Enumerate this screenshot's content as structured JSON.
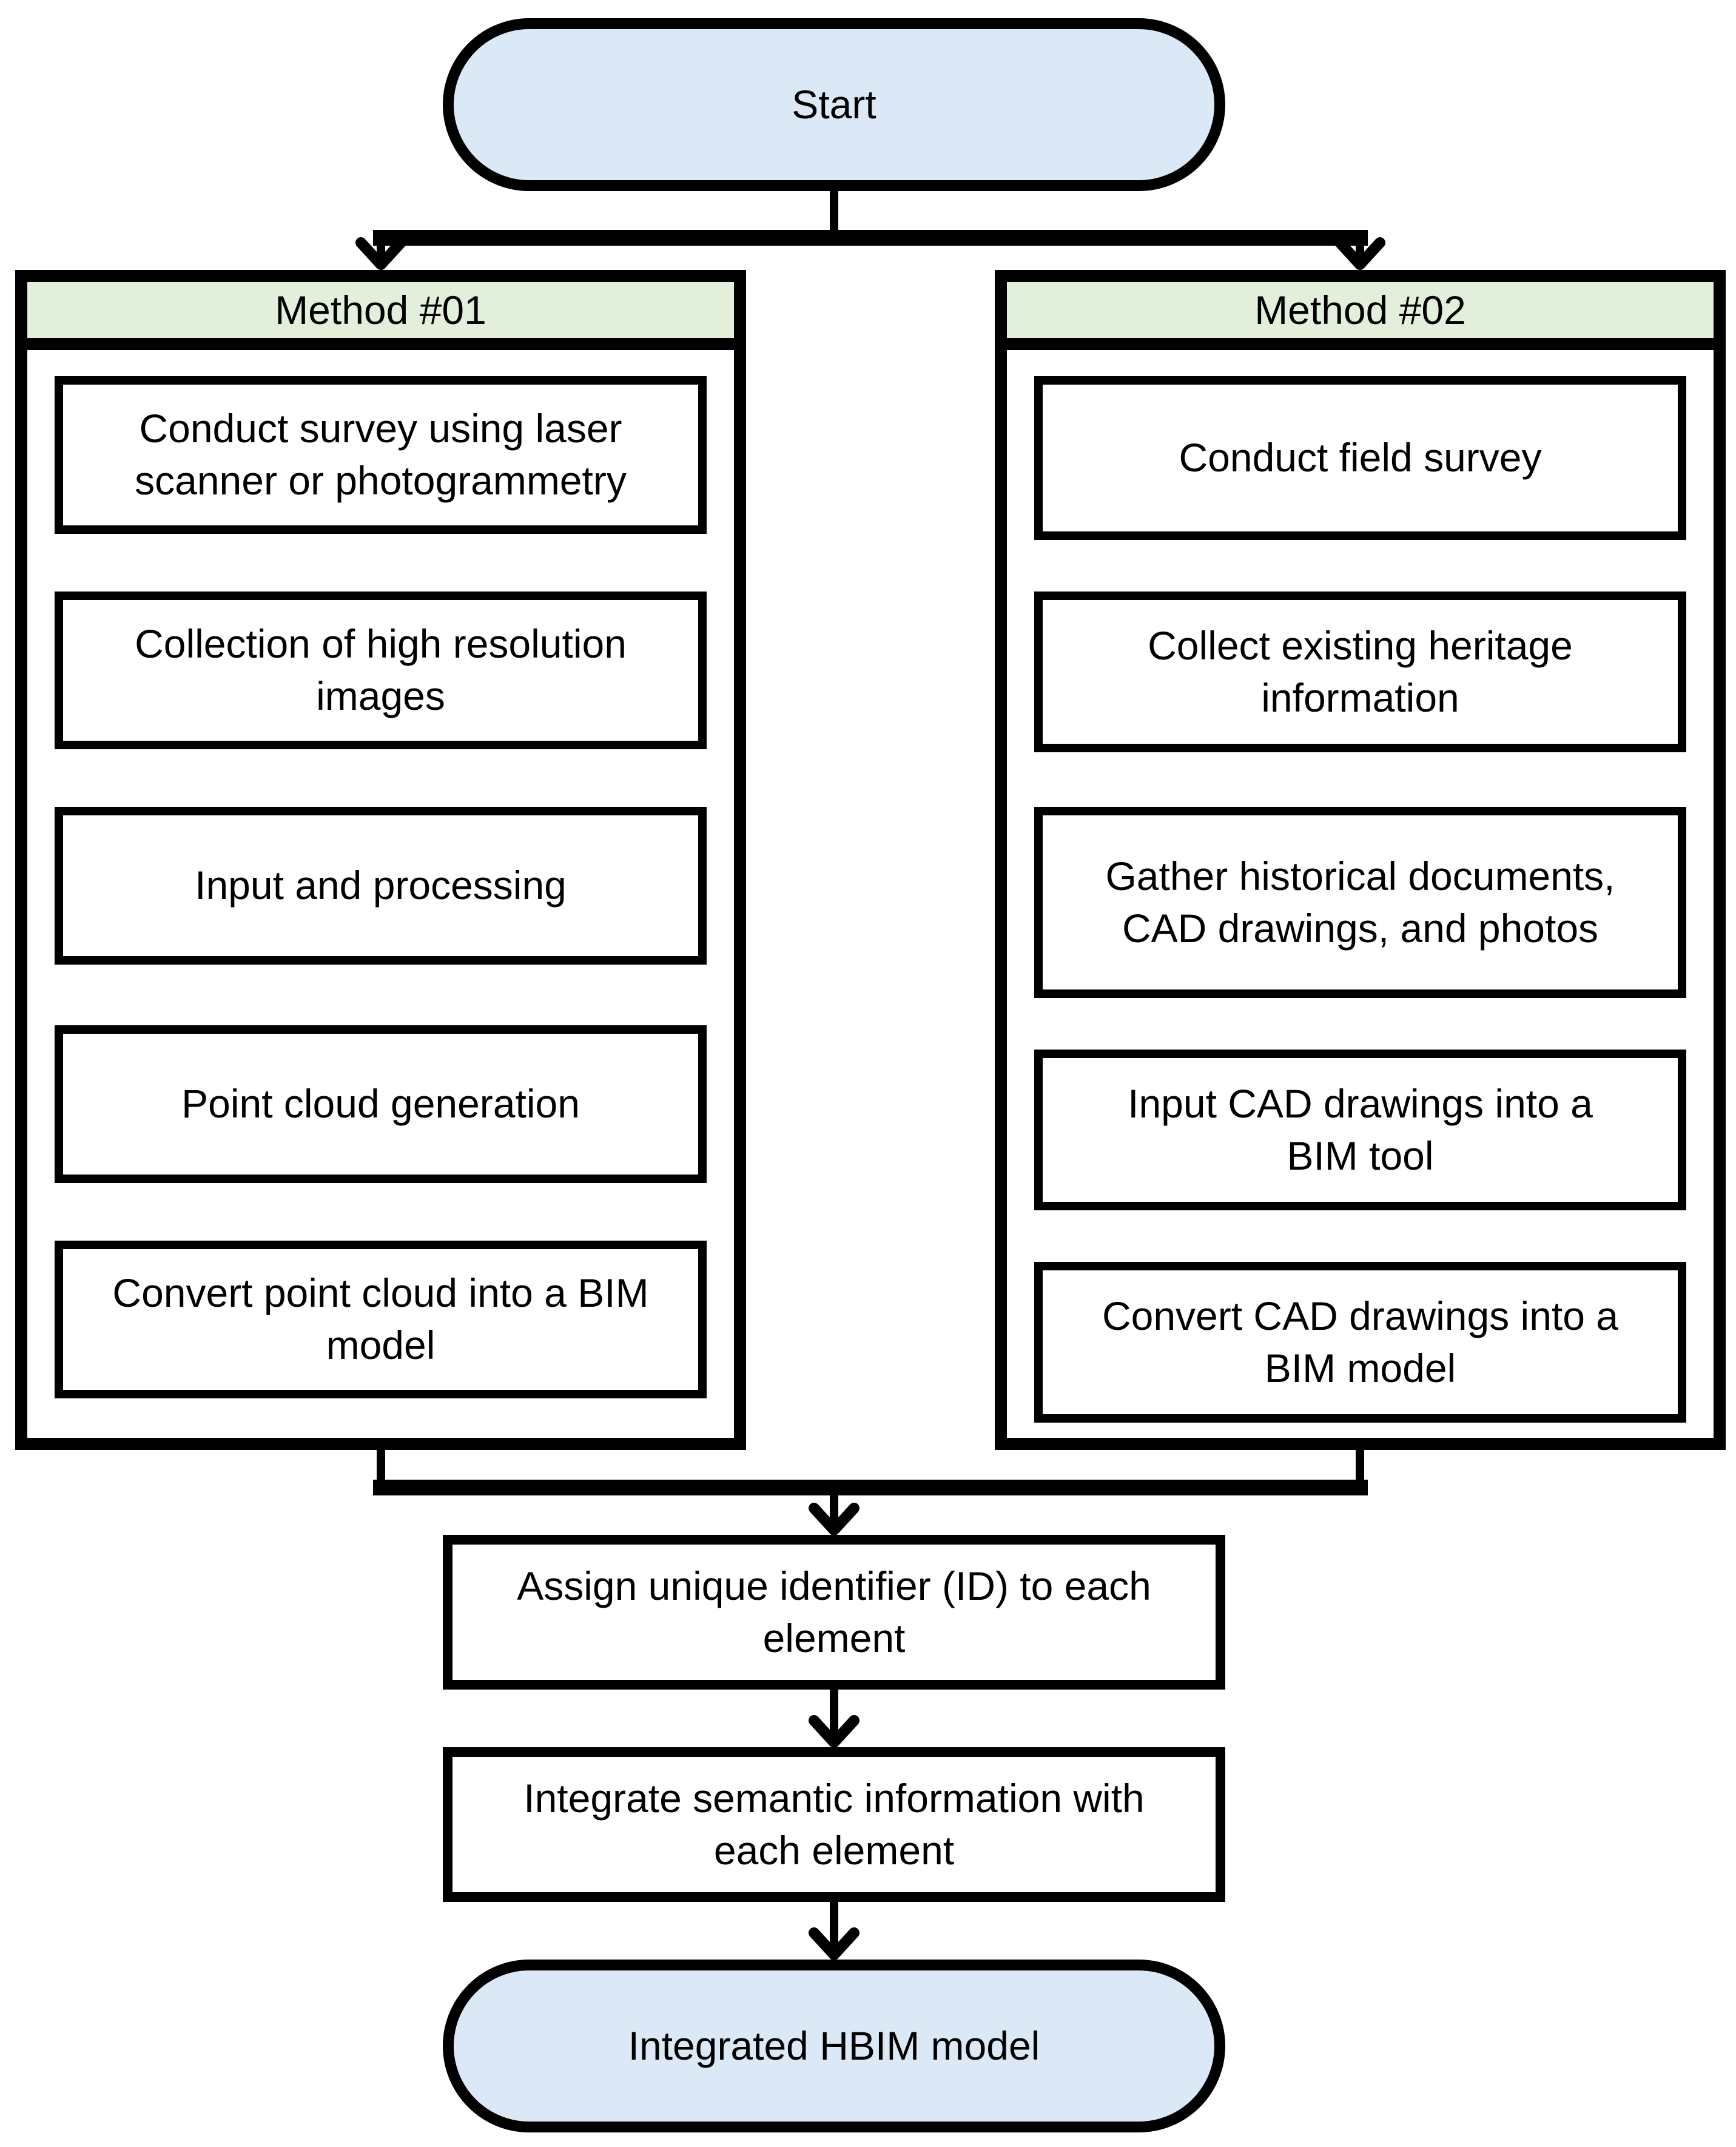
{
  "flowchart": {
    "start": {
      "label": "Start"
    },
    "methods": [
      {
        "title": "Method #01",
        "steps": [
          "Conduct survey using laser scanner or photogrammetry",
          "Collection of high resolution images",
          "Input and processing",
          "Point cloud generation",
          "Convert point cloud into a BIM model"
        ]
      },
      {
        "title": "Method #02",
        "steps": [
          "Conduct field survey",
          "Collect existing heritage information",
          "Gather historical documents, CAD drawings, and photos",
          "Input CAD drawings into a BIM tool",
          "Convert CAD drawings into a BIM model"
        ]
      }
    ],
    "merge": {
      "steps": [
        "Assign unique identifier (ID) to each element",
        "Integrate semantic information with each element"
      ]
    },
    "end": {
      "label": "Integrated HBIM model"
    },
    "colors": {
      "terminal_fill": "#dbe8f5",
      "method_header_fill": "#e2efda",
      "process_fill": "#ffffff",
      "line": "#000000"
    }
  }
}
